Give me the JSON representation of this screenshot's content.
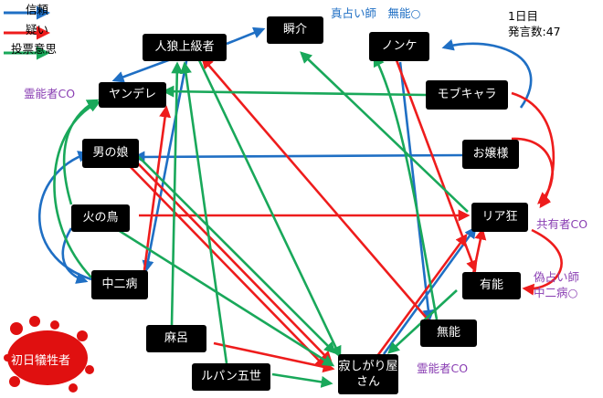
{
  "legend": {
    "trust": "信頼",
    "doubt": "疑い",
    "vote": "投票意思"
  },
  "info": {
    "day": "1日目",
    "posts": "発言数:47"
  },
  "colors": {
    "trust": "#1f6fc4",
    "doubt": "#ee1c1c",
    "vote": "#19a85a",
    "role": "#8a3fb3"
  },
  "nodes": {
    "shunsuke": "瞬介",
    "jinro": "人狼上級者",
    "nonke": "ノンケ",
    "yandere": "ヤンデレ",
    "mobu": "モブキャラ",
    "otokonoko": "男の娘",
    "ojousama": "お嬢様",
    "hinotori": "火の鳥",
    "riakyo": "リア狂",
    "chuuni": "中二病",
    "yuunou": "有能",
    "maro": "麻呂",
    "munou": "無能",
    "lupin": "ルパン五世",
    "sabishi": "寂しがり屋さん"
  },
  "notes": {
    "seer_claim": "真占い師　無能○",
    "medium_yandere": "霊能者CO",
    "sharer": "共有者CO",
    "fake_seer": "偽占い師",
    "fake_seer_target": "中二病○",
    "medium_munou": "霊能者CO",
    "first_victim": "初日犠牲者"
  }
}
